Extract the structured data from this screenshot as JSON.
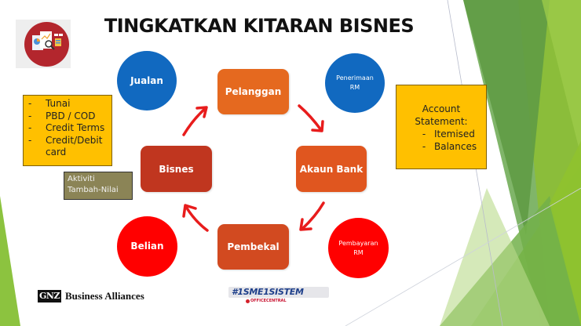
{
  "slide": {
    "title": "TINGKATKAN KITARAN BISNES",
    "logo_icon": "business-report-analytics-icon",
    "cycle": {
      "boxes": [
        {
          "id": "pelanggan",
          "label": "Pelanggan",
          "color": "#e5691f"
        },
        {
          "id": "akaun-bank",
          "label": "Akaun Bank",
          "color": "#e0561f"
        },
        {
          "id": "pembekal",
          "label": "Pembekal",
          "color": "#d24a20"
        },
        {
          "id": "bisnes",
          "label": "Bisnes",
          "color": "#c0361f"
        }
      ],
      "arrow_color": "#e81c1c",
      "arrows": [
        "bisnes-to-pelanggan",
        "pelanggan-to-akaun-bank",
        "akaun-bank-to-pembekal",
        "pembekal-to-bisnes"
      ]
    },
    "circles": [
      {
        "id": "jualan",
        "label": "Jualan",
        "color": "#1169c0"
      },
      {
        "id": "penerimaan-rm",
        "label_line1": "Penerimaan",
        "label_line2": "RM",
        "color": "#1169c0"
      },
      {
        "id": "belian",
        "label": "Belian",
        "color": "#ff0000"
      },
      {
        "id": "pembayaran-rm",
        "label_line1": "Pembayaran",
        "label_line2": "RM",
        "color": "#ff0000"
      }
    ],
    "payment_methods": {
      "bullet": "-",
      "items": [
        "Tunai",
        "PBD / COD",
        "Credit Terms",
        "Credit/Debit card"
      ]
    },
    "aktiviti": {
      "line1": "Aktiviti",
      "line2": "Tambah-Nilai"
    },
    "account_statement": {
      "heading_line1": "Account",
      "heading_line2": "Statement:",
      "bullet": "-",
      "items": [
        "Itemised",
        "Balances"
      ]
    },
    "footer": {
      "gnz_mark": "GNZ",
      "gnz_name": "Business Alliances",
      "sme_tag": "#1SME1SISTEM",
      "sme_sub": "OFFICECENTRAL"
    },
    "colors": {
      "note_yellow": "#ffc000",
      "aktiviti_olive": "#8b8456",
      "green_dark": "#5e9a3e",
      "green_light": "#8cc03a"
    }
  }
}
